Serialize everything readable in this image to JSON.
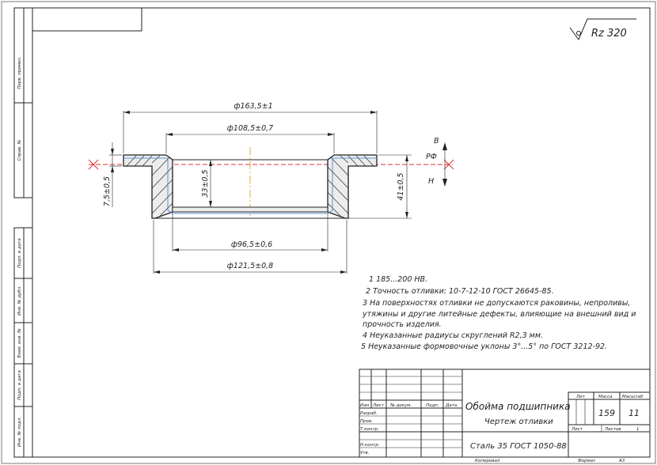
{
  "roughness": "Rz 320",
  "side_labels": [
    "Перв. примен.",
    "Справ. №",
    "Подп. и дата",
    "Инв. № дубл.",
    "Взам. инв. №",
    "Подп. и дата",
    "Инв. № подл."
  ],
  "dimensions": {
    "d_flange": "ф163,5±1",
    "d_top_inner": "ф108,5±0,7",
    "d_bottom_inner": "ф96,5±0,6",
    "d_bottom_outer": "ф121,5±0,8",
    "h_inner": "33±0,5",
    "h_total": "41±0,5",
    "h_flange": "7,5±0,5"
  },
  "parting_labels": {
    "top": "В",
    "mid": "РФ",
    "bottom": "Н"
  },
  "notes": [
    "1  185...200 НВ.",
    "2  Точность отливки: 10-7-12-10 ГОСТ 26645-85.",
    "3  На поверхностях отливки не допускаются раковины, непроливы,",
    "утяжины и другие литейные дефекты, влияющие на внешний вид и",
    "прочность изделия.",
    "4  Неуказанные радиусы скруглений R2,3 мм.",
    "5  Неуказанные формовочные уклоны 3°...5° по ГОСТ 3212-92."
  ],
  "title_block": {
    "part_name": "Обойма подшипника",
    "doc_type": "Чертеж отливки",
    "material": "Сталь 35 ГОСТ 1050-88",
    "col_headers": [
      "Изм",
      "Лист",
      "№ докум.",
      "Подп.",
      "Дата"
    ],
    "roles": [
      "Разраб.",
      "Пров.",
      "Т.контр.",
      "",
      "Н.контр.",
      "Утв."
    ],
    "lit_label": "Лит",
    "mass_label": "Масса",
    "scale_label": "Масштаб",
    "mass_value": "159",
    "scale_value": "11",
    "sheet_label": "Лист",
    "sheets_label": "Листов",
    "sheets_value": "1",
    "copied_label": "Копировал",
    "format_label": "Формат",
    "format_value": "А3"
  }
}
